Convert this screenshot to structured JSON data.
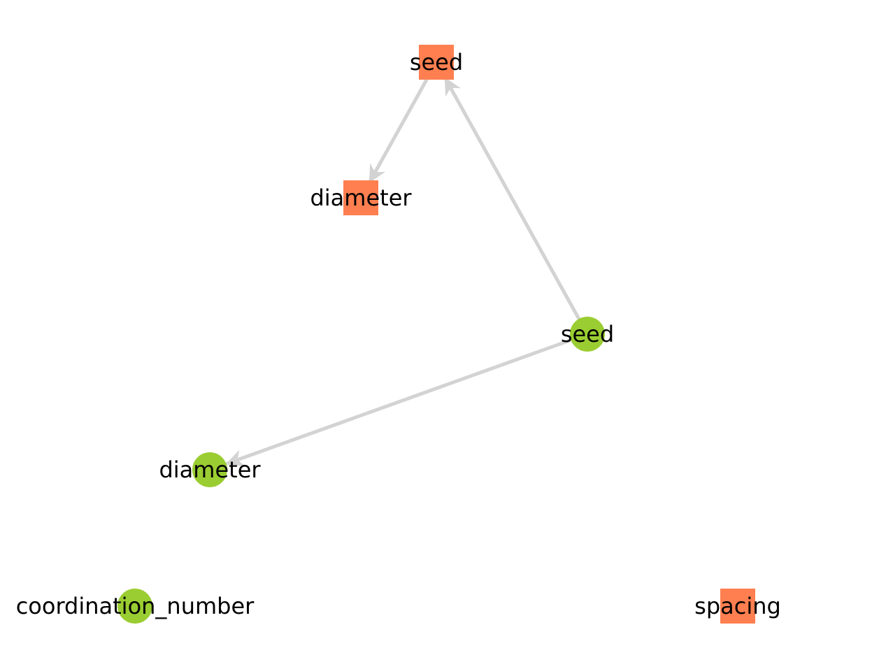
{
  "colors": {
    "square_node": "#ff7f50",
    "circle_node": "#9acd32",
    "edge": "#d3d3d3",
    "label": "#000000"
  },
  "nodes": [
    {
      "id": "sq_seed",
      "label": "seed",
      "shape": "square"
    },
    {
      "id": "sq_diameter",
      "label": "diameter",
      "shape": "square"
    },
    {
      "id": "ci_seed",
      "label": "seed",
      "shape": "circle"
    },
    {
      "id": "ci_diameter",
      "label": "diameter",
      "shape": "circle"
    },
    {
      "id": "ci_coordination_number",
      "label": "coordination_number",
      "shape": "circle"
    },
    {
      "id": "sq_spacing",
      "label": "spacing",
      "shape": "square"
    }
  ],
  "edges": [
    {
      "from": "sq_seed",
      "to": "sq_diameter"
    },
    {
      "from": "ci_seed",
      "to": "sq_seed"
    },
    {
      "from": "ci_seed",
      "to": "ci_diameter"
    }
  ]
}
